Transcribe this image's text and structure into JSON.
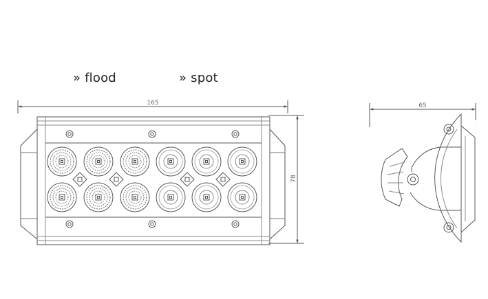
{
  "labels": {
    "flood": "» flood",
    "spot": "» spot"
  },
  "dimensions": {
    "length": "165",
    "height": "78",
    "depth": "65"
  },
  "colors": {
    "line": "#555555",
    "text": "#222222"
  }
}
